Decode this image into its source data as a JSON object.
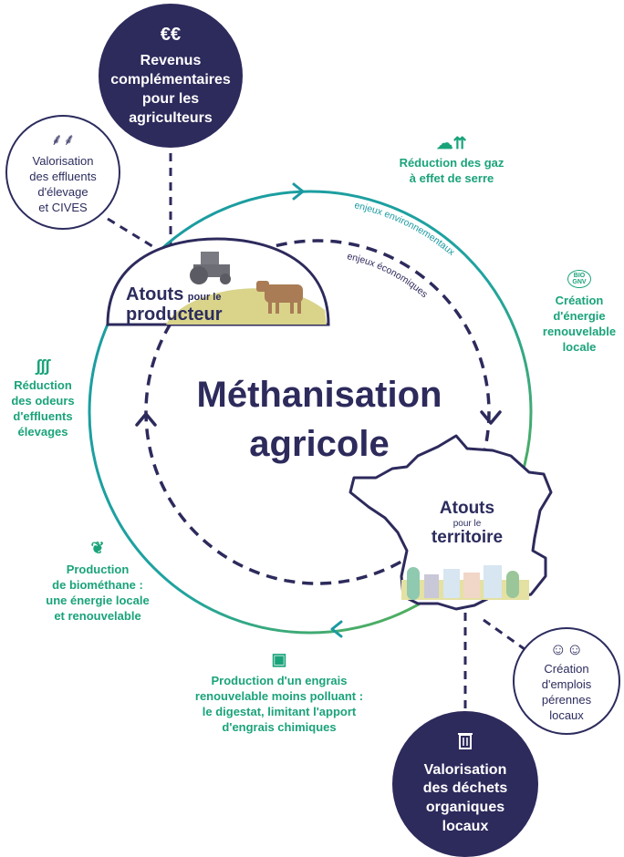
{
  "title": {
    "line1": "Méthanisation",
    "line2": "agricole"
  },
  "producer": {
    "atouts": "Atouts",
    "pour_le": "pour le",
    "label": "producteur"
  },
  "territory": {
    "atouts": "Atouts",
    "pour_le": "pour le",
    "label": "territoire"
  },
  "flows": {
    "environmental": "enjeux environnementaux",
    "economic": "enjeux économiques"
  },
  "bubbles": {
    "revenus": {
      "line1": "Revenus",
      "line2": "complémentaires",
      "line3": "pour les",
      "line4": "agriculteurs",
      "icon": "euro-coins-icon"
    },
    "effluents": {
      "line1": "Valorisation",
      "line2": "des effluents",
      "line3": "d'élevage",
      "line4": "et CIVES",
      "icon": "wheat-icon"
    },
    "emplois": {
      "line1": "Création",
      "line2": "d'emplois",
      "line3": "pérennes",
      "line4": "locaux",
      "icon": "people-icon"
    },
    "dechets": {
      "line1": "Valorisation",
      "line2": "des déchets",
      "line3": "organiques",
      "line4": "locaux",
      "icon": "trash-bin-icon"
    }
  },
  "benefits": {
    "gaz": {
      "line1": "Réduction des gaz",
      "line2": "à effet de serre",
      "icon": "cloud-sun-icon"
    },
    "energie": {
      "line1": "Création",
      "line2": "d'énergie",
      "line3": "renouvelable",
      "line4": "locale",
      "icon": "bio-gnv-icon",
      "badge1": "BIO",
      "badge2": "GNV"
    },
    "odeurs": {
      "line1": "Réduction",
      "line2": "des odeurs",
      "line3": "d'effluents",
      "line4": "élevages",
      "icon": "odor-waves-icon"
    },
    "biomethane": {
      "line1": "Production",
      "line2": "de biométhane :",
      "line3": "une énergie locale",
      "line4": "et renouvelable",
      "icon": "sprout-icon"
    },
    "engrais": {
      "line1": "Production d'un engrais",
      "line2": "renouvelable moins polluant :",
      "line3": "le digestat, limitant l'apport",
      "line4": "d'engrais chimiques",
      "icon": "fertilizer-bag-icon"
    }
  },
  "colors": {
    "navy": "#2d2a5c",
    "teal": "#1a9aa0",
    "green": "#5bb04a",
    "text_green": "#1aa37a",
    "hill": "#d9d48a"
  }
}
